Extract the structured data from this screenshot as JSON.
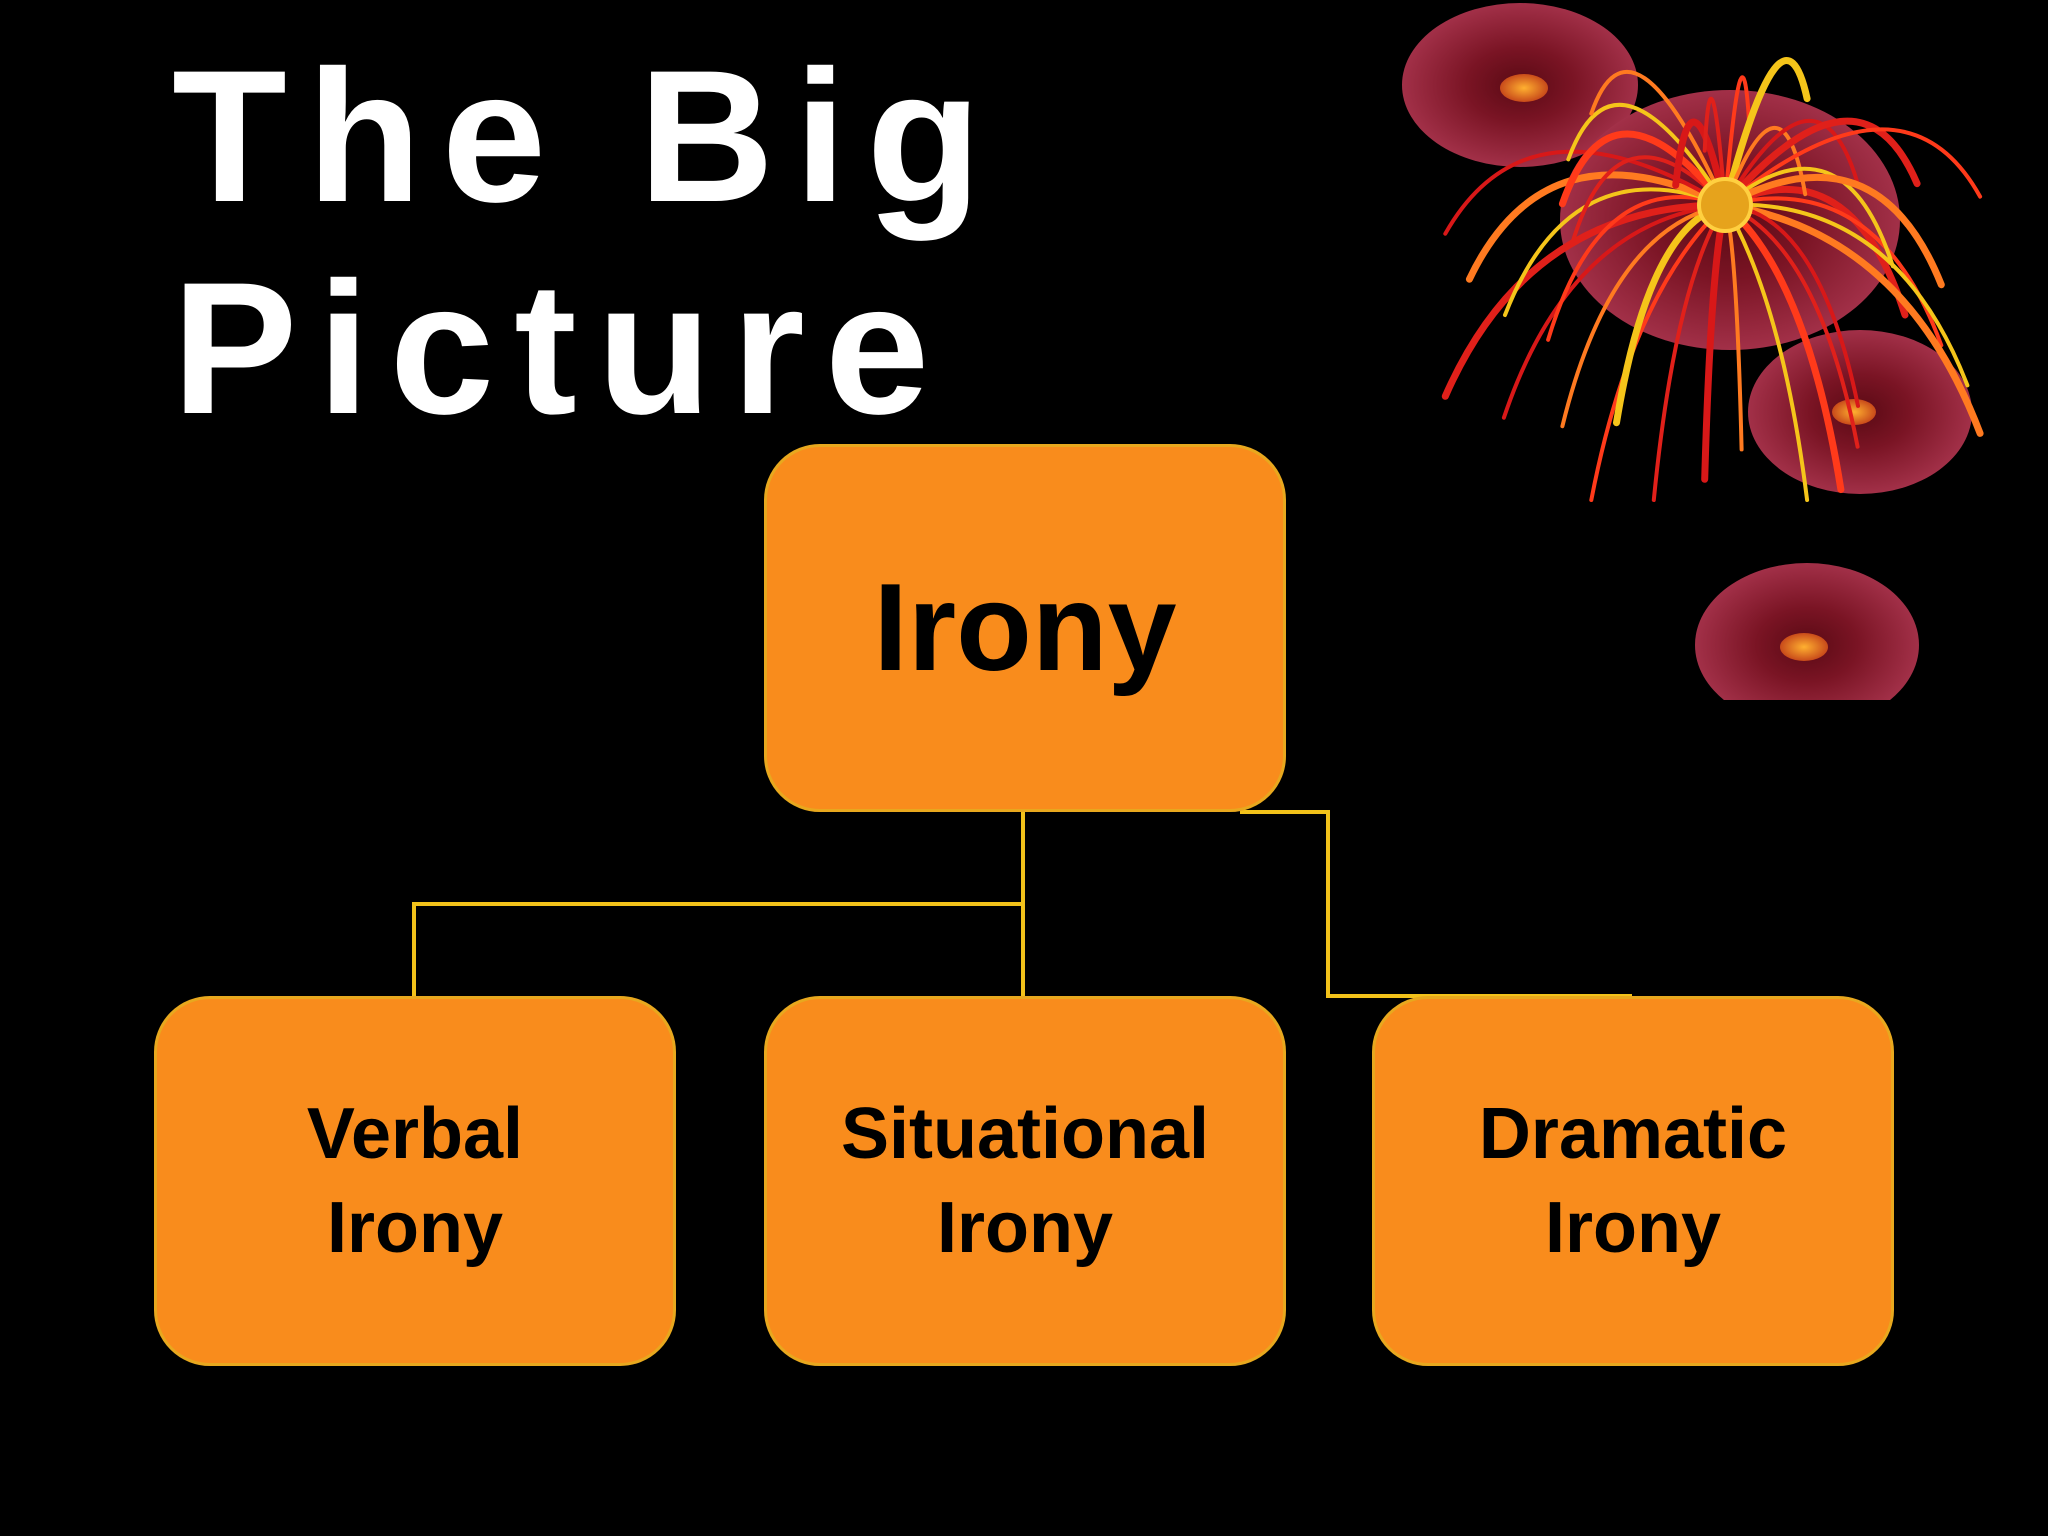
{
  "slide": {
    "title_line1": "The Big",
    "title_line2": "Picture"
  },
  "diagram": {
    "root": {
      "label": "Irony"
    },
    "children": [
      {
        "label": "Verbal\nIrony"
      },
      {
        "label": "Situational\nIrony"
      },
      {
        "label": "Dramatic\nIrony"
      }
    ]
  },
  "colors": {
    "background": "#000000",
    "title": "#ffffff",
    "node_fill": "#f98c1c",
    "node_border": "#e8a81e",
    "connector": "#f2c21a",
    "node_text": "#000000"
  },
  "decoration": {
    "icon": "firework-icon"
  }
}
